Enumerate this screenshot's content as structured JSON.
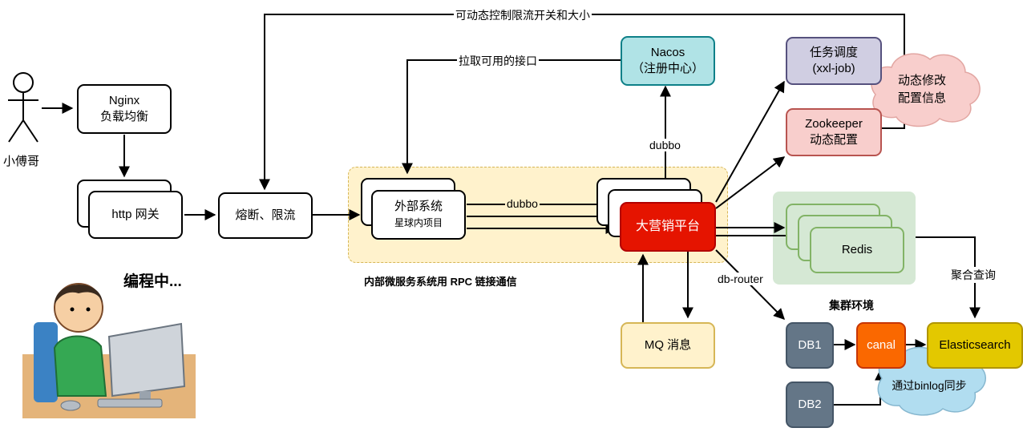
{
  "person": {
    "label": "小傅哥"
  },
  "nodes": {
    "nginx": {
      "line1": "Nginx",
      "line2": "负载均衡"
    },
    "gateway": {
      "label": "http 网关"
    },
    "breaker": {
      "label": "熔断、限流"
    },
    "external": {
      "line1": "外部系统",
      "line2": "星球内项目"
    },
    "marketing": {
      "label": "大营销平台"
    },
    "nacos": {
      "line1": "Nacos",
      "line2": "（注册中心）"
    },
    "scheduler": {
      "line1": "任务调度",
      "line2": "(xxl-job)"
    },
    "zookeeper": {
      "line1": "Zookeeper",
      "line2": "动态配置"
    },
    "redis": {
      "label": "Redis"
    },
    "mq": {
      "label": "MQ 消息"
    },
    "db1": {
      "label": "DB1"
    },
    "db2": {
      "label": "DB2"
    },
    "canal": {
      "label": "canal"
    },
    "elasticsearch": {
      "label": "Elasticsearch"
    }
  },
  "clouds": {
    "dynamic_config": {
      "line1": "动态修改",
      "line2": "配置信息"
    },
    "binlog": {
      "label": "通过binlog同步"
    }
  },
  "edge_labels": {
    "top_loop": "可动态控制限流开关和大小",
    "pull_api": "拉取可用的接口",
    "dubbo_h": "dubbo",
    "dubbo_v": "dubbo",
    "db_router": "db-router",
    "agg_query": "聚合查询"
  },
  "captions": {
    "rpc_zone": "内部微服务系统用 RPC 链接通信",
    "cluster": "集群环境",
    "coding": "编程中..."
  },
  "colors": {
    "nacos_fill": "#b0e3e6",
    "nacos_stroke": "#0e8088",
    "scheduler_fill": "#d0cee2",
    "scheduler_stroke": "#56517e",
    "zookeeper_fill": "#f8cecc",
    "zookeeper_stroke": "#b85450",
    "marketing_fill": "#e51400",
    "marketing_stroke": "#b20000",
    "redis_fill": "#d5e8d4",
    "redis_stroke": "#82b366",
    "cluster_fill": "#d5e8d4",
    "rpc_zone_fill": "#fff2cc",
    "rpc_zone_stroke": "#d6b656",
    "mq_fill": "#fff2cc",
    "mq_stroke": "#d6b656",
    "db_fill": "#647687",
    "canal_fill": "#fa6800",
    "canal_stroke": "#c73500",
    "es_fill": "#e3c800",
    "es_stroke": "#b09500",
    "dynamic_cloud_fill": "#f8cecc",
    "binlog_cloud_fill": "#b1ddf0"
  }
}
